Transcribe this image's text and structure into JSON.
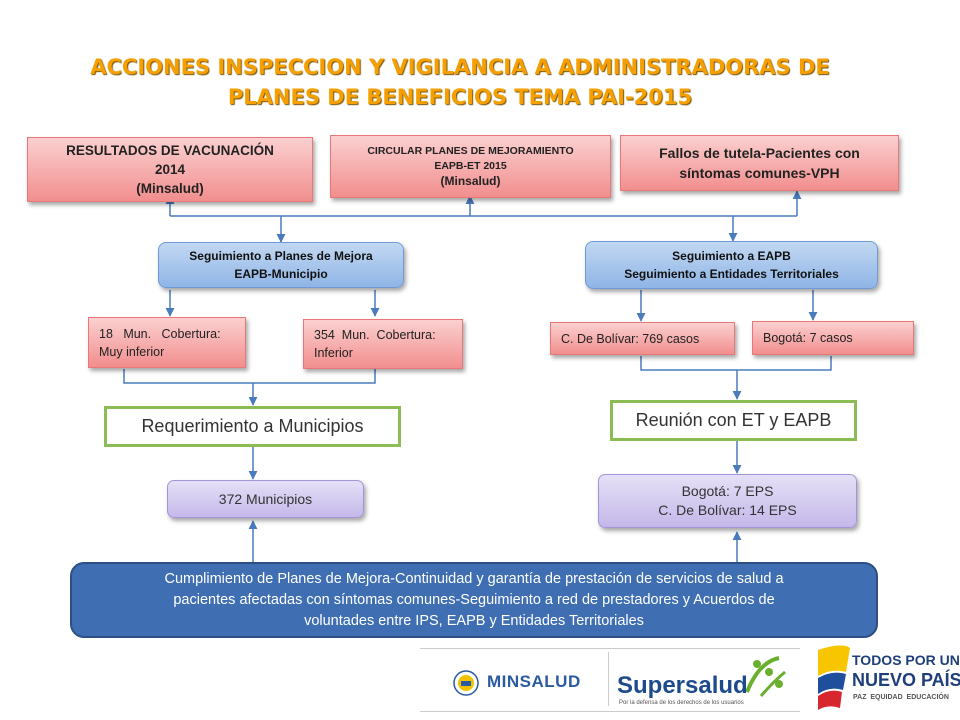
{
  "title": {
    "line1": "ACCIONES INSPECCION Y VIGILANCIA A ADMINISTRADORAS DE",
    "line2": "PLANES DE BENEFICIOS TEMA  PAI-2015"
  },
  "sources": {
    "vacunacion": {
      "line1": "RESULTADOS DE VACUNACIÓN",
      "line2": "2014",
      "line3": "(Minsalud)"
    },
    "circular": {
      "line1": "CIRCULAR PLANES DE MEJORAMIENTO",
      "line2": "EAPB-ET 2015",
      "line3": "(Minsalud)"
    },
    "tutela": {
      "line1": "Fallos de tutela-Pacientes con",
      "line2": "síntomas comunes-VPH"
    }
  },
  "left_branch": {
    "seguimiento": {
      "line1": "Seguimiento a Planes de Mejora",
      "line2": "EAPB-Municipio"
    },
    "muy_inferior": {
      "line1": "18   Mun.   Cobertura:",
      "line2": "Muy inferior"
    },
    "inferior": {
      "line1": "354  Mun.  Cobertura:",
      "line2": "Inferior"
    },
    "requerimiento": "Requerimiento a Municipios",
    "municipios": "372 Municipios"
  },
  "right_branch": {
    "seguimiento": {
      "line1": "Seguimiento a EAPB",
      "line2": "Seguimiento a Entidades Territoriales"
    },
    "bolivar": "C. De Bolívar: 769 casos",
    "bogota": "Bogotá: 7 casos",
    "reunion": "Reunión con ET y EAPB",
    "eps": {
      "line1": "Bogotá: 7 EPS",
      "line2": "C. De Bolívar: 14 EPS"
    }
  },
  "cumplimiento": {
    "line1": "Cumplimiento de Planes de Mejora-Continuidad y garantía de prestación de servicios de salud a",
    "line2": "pacientes afectadas con síntomas comunes-Seguimiento a red de prestadores y Acuerdos de",
    "line3": "voluntades entre IPS, EAPB y Entidades Territoriales"
  },
  "footer": {
    "minsalud": "MINSALUD",
    "supersalud": "Supersalud",
    "supersalud_tagline": "Por la defensa de los derechos de los usuarios",
    "gobierno_line1": "TODOS POR UN",
    "gobierno_line2": "NUEVO PAÍS",
    "gobierno_line3": "PAZ  EQUIDAD  EDUCACIÓN"
  },
  "colors": {
    "title": "#f5a000",
    "red_box": "#f28e8e",
    "blue_box": "#8fb5e6",
    "purple_box": "#c4b8ea",
    "green_border": "#8cbc54",
    "dark_box": "#3f6fb2",
    "connector": "#4a7bbd"
  },
  "icons": [
    "minsalud-seal-icon",
    "supersalud-people-icon",
    "colombia-flag-stripes-icon"
  ]
}
